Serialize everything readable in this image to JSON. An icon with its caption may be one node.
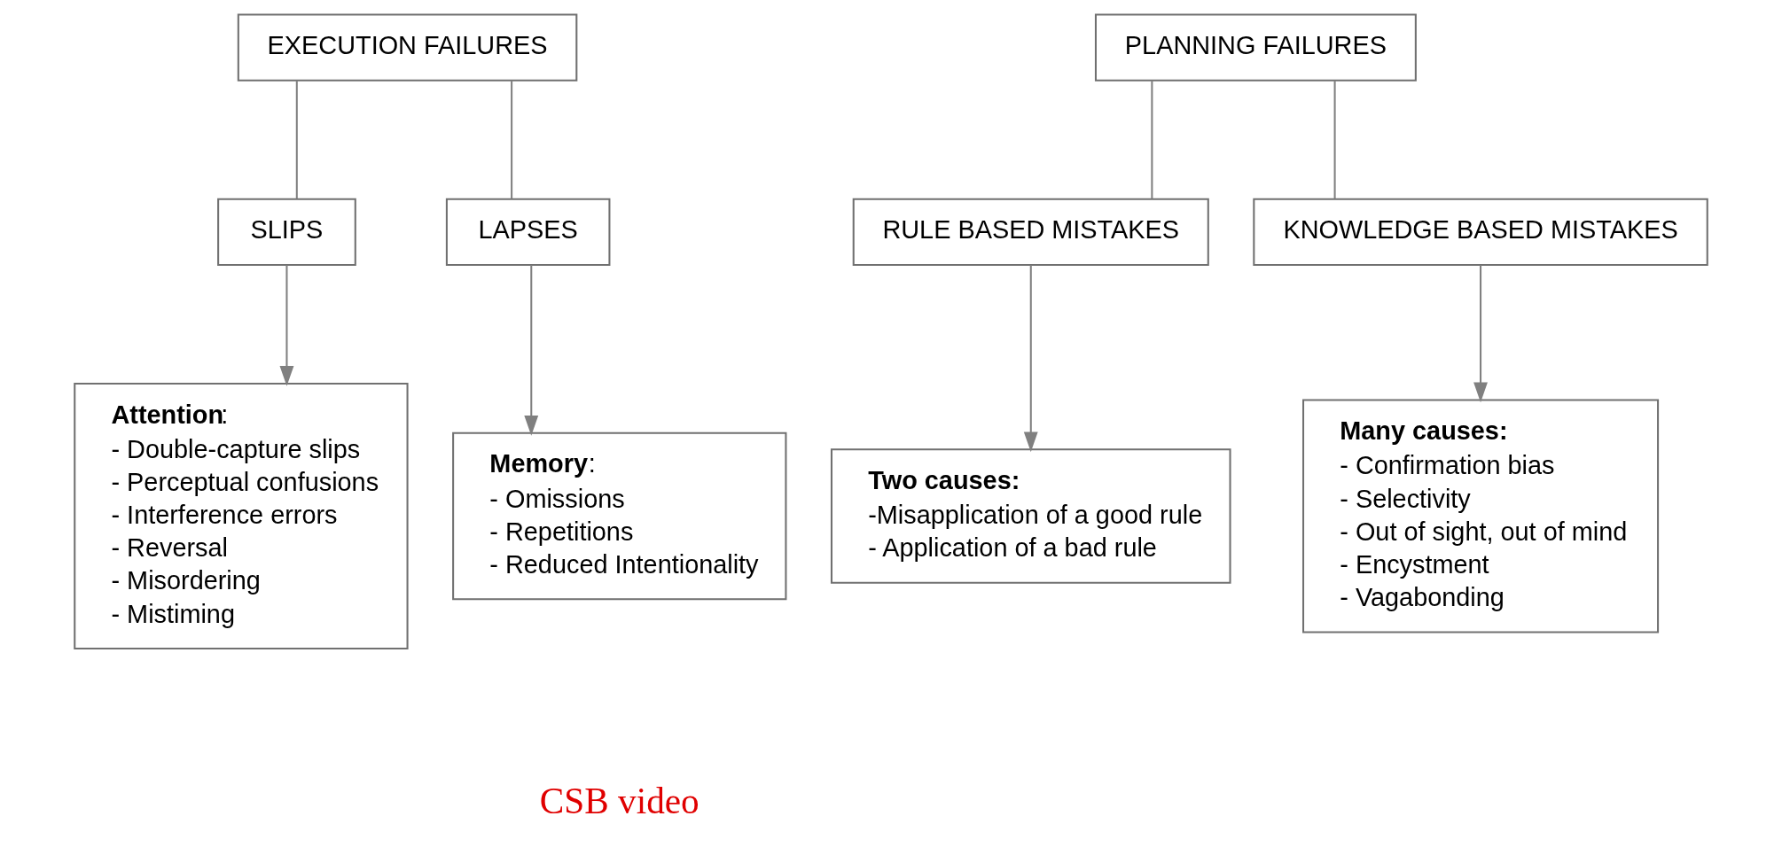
{
  "diagram": {
    "nodes": [
      {
        "text": [
          "EXECUTION FAILURES"
        ]
      },
      {
        "text": [
          "PLANNING FAILURES"
        ]
      },
      {
        "text": [
          "SLIPS"
        ]
      },
      {
        "text": [
          "LAPSES"
        ]
      },
      {
        "text": [
          "RULE BASED MISTAKES"
        ]
      },
      {
        "text": [
          "KNOWLEDGE BASED MISTAKES"
        ]
      },
      {
        "text": [
          "**Attention**:",
          "- Double-capture slips",
          "- Perceptual confusions",
          "- Interference errors",
          "- Reversal",
          "- Misordering",
          "- Mistiming"
        ]
      },
      {
        "text": [
          "**Memory**:",
          "- Omissions",
          "- Repetitions",
          "- Reduced Intentionality"
        ]
      },
      {
        "text": [
          "**Two causes:**",
          "-Misapplication of a good rule",
          "- Application of a bad rule"
        ]
      },
      {
        "text": [
          "**Many causes:**",
          "- Confirmation bias",
          "- Selectivity",
          "- Out of sight, out of mind",
          "- Encystment",
          "- Vagabonding"
        ]
      }
    ],
    "edges": [
      {
        "from": 0,
        "to": 2,
        "arrow": "none"
      },
      {
        "from": 0,
        "to": 3,
        "arrow": "none"
      },
      {
        "from": 1,
        "to": 4,
        "arrow": "none"
      },
      {
        "from": 1,
        "to": 5,
        "arrow": "none"
      },
      {
        "from": 2,
        "to": 6,
        "arrow": "to"
      },
      {
        "from": 3,
        "to": 7,
        "arrow": "to"
      },
      {
        "from": 4,
        "to": 8,
        "arrow": "to"
      },
      {
        "from": 5,
        "to": 9,
        "arrow": "to"
      }
    ],
    "labels": [
      "CSB video"
    ]
  }
}
